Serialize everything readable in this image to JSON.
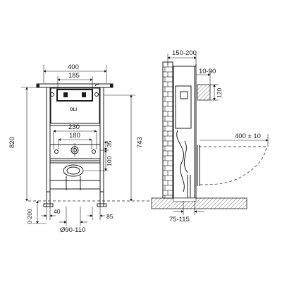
{
  "front": {
    "width_outer": "400",
    "width_inner": "185",
    "height_total": "820",
    "height_top": "743",
    "support_outer": "230",
    "support_inner": "180",
    "dim_35": "35",
    "dim_100": "100",
    "base_range": "0-200",
    "dim_40": "40",
    "dim_85": "85",
    "pipe_diameter": "Ø90-110",
    "logo_text": "OLI"
  },
  "side": {
    "depth_range": "150-200",
    "offset_range": "10-90",
    "dim_120": "120",
    "bowl_length": "400 ± 10",
    "floor_range": "75-115"
  }
}
